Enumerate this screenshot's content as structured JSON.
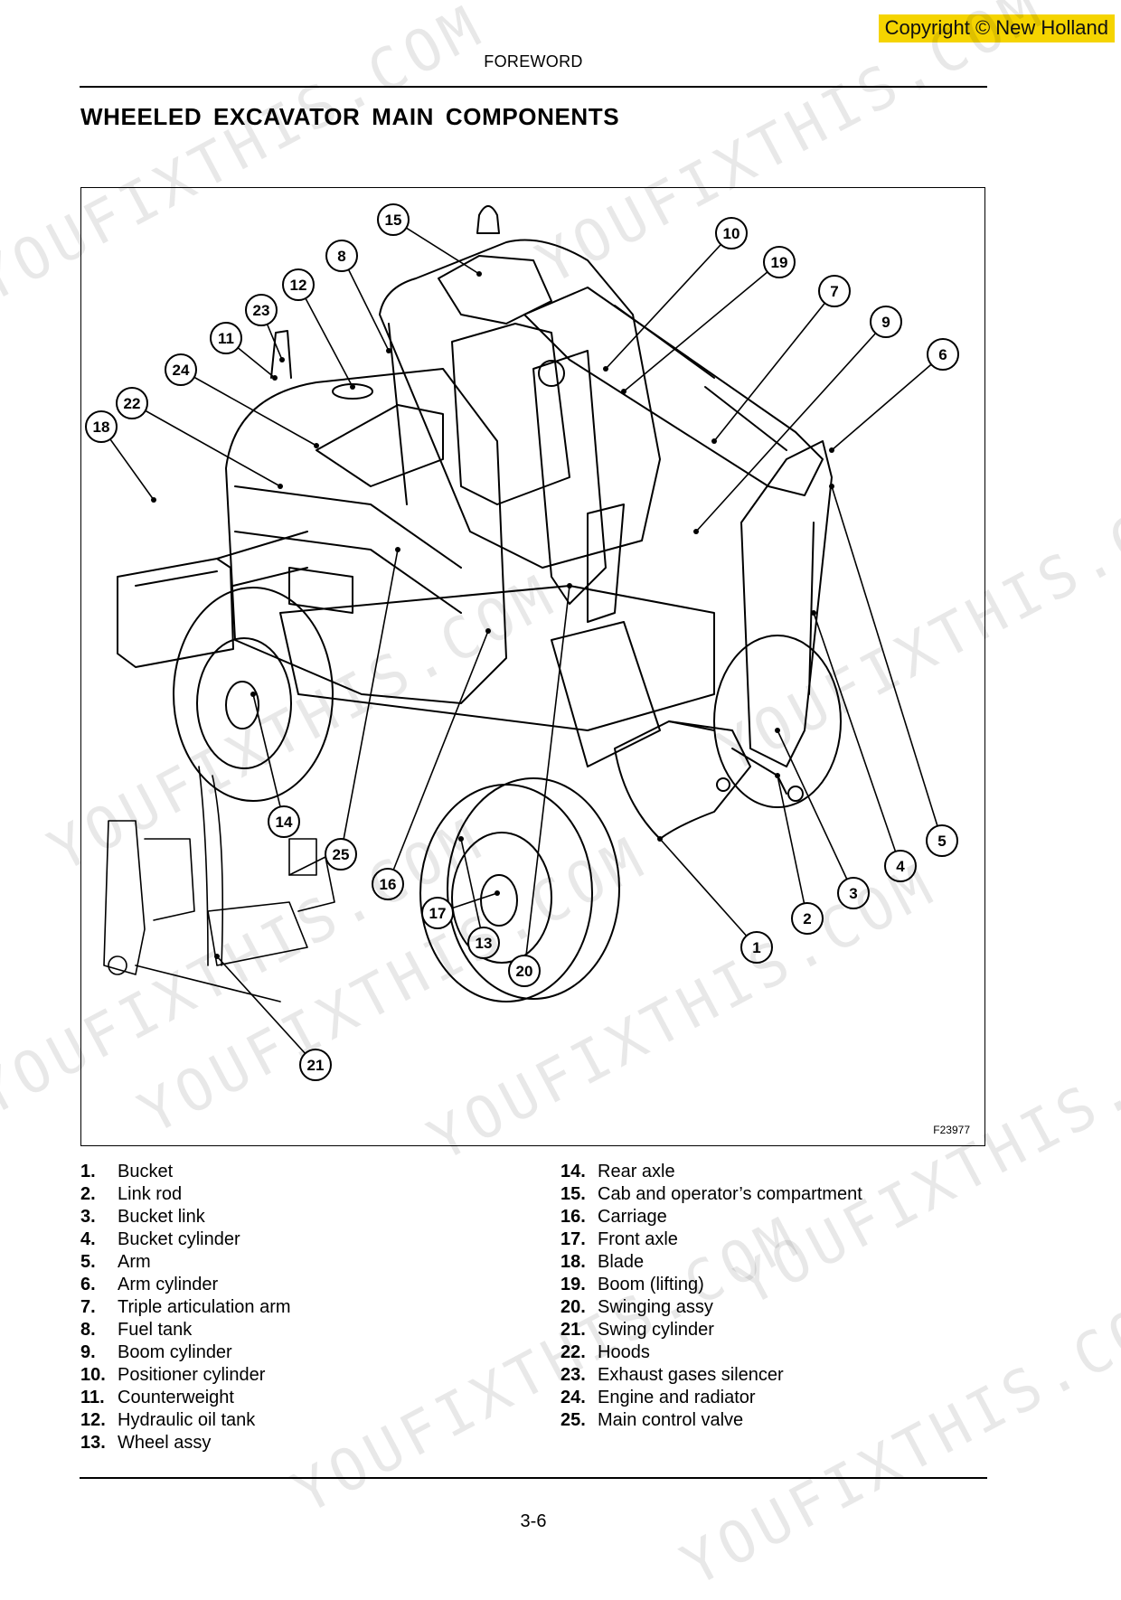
{
  "copyright": "Copyright © New Holland",
  "header": "FOREWORD",
  "title": "WHEELED EXCAVATOR MAIN COMPONENTS",
  "figure_code": "F23977",
  "callouts": [
    "15",
    "8",
    "12",
    "23",
    "11",
    "24",
    "22",
    "18",
    "10",
    "19",
    "7",
    "9",
    "6",
    "5",
    "4",
    "3",
    "2",
    "1",
    "14",
    "25",
    "16",
    "17",
    "13",
    "20",
    "21"
  ],
  "legend_left": [
    {
      "num": "1.",
      "label": "Bucket"
    },
    {
      "num": "2.",
      "label": "Link rod"
    },
    {
      "num": "3.",
      "label": "Bucket link"
    },
    {
      "num": "4.",
      "label": "Bucket cylinder"
    },
    {
      "num": "5.",
      "label": "Arm"
    },
    {
      "num": "6.",
      "label": "Arm cylinder"
    },
    {
      "num": "7.",
      "label": "Triple articulation arm"
    },
    {
      "num": "8.",
      "label": "Fuel tank"
    },
    {
      "num": "9.",
      "label": "Boom cylinder"
    },
    {
      "num": "10.",
      "label": "Positioner cylinder"
    },
    {
      "num": "11.",
      "label": "Counterweight"
    },
    {
      "num": "12.",
      "label": "Hydraulic oil tank"
    },
    {
      "num": "13.",
      "label": "Wheel assy"
    }
  ],
  "legend_right": [
    {
      "num": "14.",
      "label": "Rear axle"
    },
    {
      "num": "15.",
      "label": "Cab and operator’s compartment"
    },
    {
      "num": "16.",
      "label": "Carriage"
    },
    {
      "num": "17.",
      "label": "Front axle"
    },
    {
      "num": "18.",
      "label": "Blade"
    },
    {
      "num": "19.",
      "label": "Boom (lifting)"
    },
    {
      "num": "20.",
      "label": "Swinging assy"
    },
    {
      "num": "21.",
      "label": "Swing cylinder"
    },
    {
      "num": "22.",
      "label": "Hoods"
    },
    {
      "num": "23.",
      "label": "Exhaust gases silencer"
    },
    {
      "num": "24.",
      "label": "Engine and radiator"
    },
    {
      "num": "25.",
      "label": "Main control valve"
    }
  ],
  "page_number": "3-6",
  "watermark_text": "YOUFIXTHIS.COM"
}
